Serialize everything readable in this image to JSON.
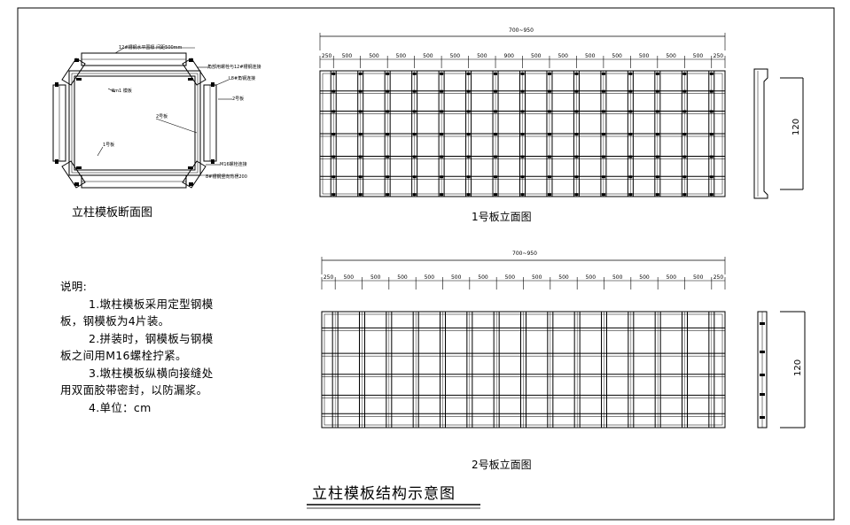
{
  "title": "立柱模板结构示意图",
  "section": {
    "caption": "立柱模板断面图",
    "callouts": {
      "top_bar": "12#槽钢水平围檩 间距500mm",
      "corner_bolt": "角部用螺栓与12#槽钢连接",
      "angle_steel": "L8#角钢连接",
      "plate2_left": "2号板",
      "plate1_top": "8m1 模板",
      "plate2_right": "2号板",
      "plate1_bottom": "1号板",
      "bottom_bolt": "M16螺栓连接",
      "bottom_channel": "8#槽钢竖向背楞200"
    }
  },
  "board1": {
    "caption": "1号板立面图",
    "overall_dim": "700~950",
    "segments": [
      "250",
      "500",
      "500",
      "500",
      "500",
      "500",
      "500",
      "500",
      "500",
      "500",
      "500",
      "500",
      "500",
      "500",
      "500",
      "250"
    ],
    "highlight_segment": "900",
    "height_dim": "120"
  },
  "board2": {
    "caption": "2号板立面图",
    "overall_dim": "700~950",
    "segments": [
      "250",
      "500",
      "500",
      "500",
      "500",
      "500",
      "500",
      "500",
      "500",
      "500",
      "500",
      "500",
      "500",
      "500",
      "500",
      "250"
    ],
    "height_dim": "120"
  },
  "notes": {
    "heading": "说明:",
    "lines": [
      "1.墩柱模板采用定型钢模",
      "板，钢模板为4片装。",
      "2.拼装时，钢模板与钢模",
      "板之间用M16螺栓拧紧。",
      "3.墩柱模板纵横向接缝处",
      "用双面胶带密封，以防漏浆。",
      "4.单位：cm"
    ]
  }
}
